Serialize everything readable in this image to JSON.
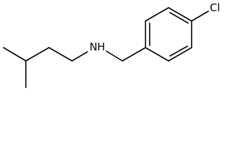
{
  "molecule": {
    "atoms": {
      "nitrogen": {
        "label": "N",
        "subscript": "H"
      },
      "chlorine": {
        "label": "Cl"
      }
    }
  },
  "colors": {
    "bond": "#000000",
    "background": "#ffffff"
  }
}
